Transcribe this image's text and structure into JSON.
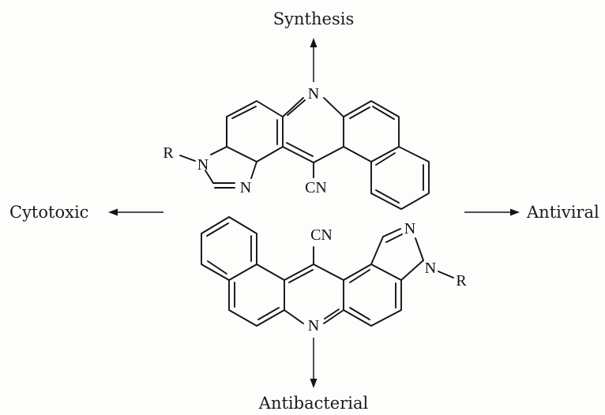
{
  "labels": {
    "top": "Synthesis",
    "left": "Cytotoxic",
    "right": "Antiviral",
    "bottom": "Antibacterial"
  },
  "molecule_top": {
    "ring_n": "N",
    "imidazole_n1": "N",
    "imidazole_n3": "N",
    "substituent": "R",
    "nitrile": "CN"
  },
  "molecule_bottom": {
    "ring_n": "N",
    "pyrazole_n1": "N",
    "pyrazole_n2": "N",
    "substituent": "R",
    "nitrile": "CN"
  }
}
